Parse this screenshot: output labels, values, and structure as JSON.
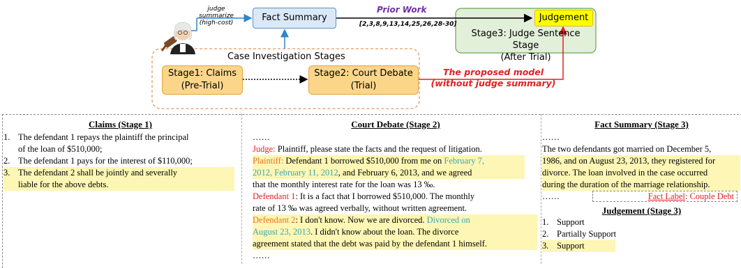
{
  "diagram": {
    "fact_summary_box": "Fact Summary",
    "judgement_box": "Judgement",
    "stage3_box_line1": "Stage3: Judge Sentence Stage",
    "stage3_box_line2": "(After Trial)",
    "judge_label": [
      "judge",
      "summarize",
      "(high-cost)"
    ],
    "prior_work_label": "Prior Work",
    "prior_work_refs": "[2,3,8,9,13,14,25,26,28-30]",
    "investigation_title": "Case Investigation Stages",
    "stage1_line1": "Stage1: Claims",
    "stage1_line2": "(Pre-Trial)",
    "stage2_line1": "Stage2: Court Debate",
    "stage2_line2": "(Trial)",
    "proposed_line1": "The proposed model",
    "proposed_line2": "(without judge summary)",
    "colors": {
      "fact_box": "#dbe8f7",
      "green_box": "#e2efd9",
      "judgement_box": "#ffff00",
      "stage_box": "#fbd68a",
      "arrow_blue": "#2f86c8",
      "red": "#e32020",
      "purple": "#7030a0"
    }
  },
  "claims": {
    "title": "Claims (Stage 1)",
    "items": [
      {
        "num": "1.",
        "line1": "The defendant 1 repays the plaintiff the principal",
        "line2": "of the loan of $510,000;"
      },
      {
        "num": "2.",
        "line1": "The defendant 1 pays for the interest of $110,000;",
        "line2": ""
      },
      {
        "num": "3.",
        "line1": "The defendant 2 shall be jointly and severally",
        "line2": "liable for the above debts."
      }
    ]
  },
  "debate": {
    "title": "Court Debate (Stage 2)",
    "ellipsis": "……",
    "judge_speaker": "Judge:",
    "judge_text": " Plaintiff, please state the facts and the request of litigation.",
    "plaintiff_speaker": "Plaintiff:",
    "plaintiff_a": " Defendant 1 borrowed $510,000 from me on ",
    "plaintiff_dates1": "February 7,",
    "plaintiff_dates2": "2012, February 11, 2012",
    "plaintiff_b": ", and February 6, 2013, and we agreed",
    "plaintiff_c": "that the monthly interest rate for the loan was 13 ‰.",
    "def1_speaker": "Defendant 1",
    "def1_a": ": It is a fact that I borrowed $510,000. The monthly",
    "def1_b": "rate of 13 ‰ was agreed verbally, without written agreement.",
    "def2_speaker": "Defendant 2",
    "def2_a": ": I don't know. Now we are divorced. ",
    "def2_date1": "Divorced on",
    "def2_date2": "August 23, 2013",
    "def2_b": ". I didn't know about the loan. The divorce",
    "def2_c": "agreement stated that the debt was paid by the defendant 1 himself."
  },
  "fact": {
    "title": "Fact Summary (Stage 3)",
    "ellipsis": "……",
    "line1": "The two defendants got married on December 5,",
    "line2": "1986, and on August 23, 2013, they registered for",
    "line3": "divorce. The loan involved in the case occurred",
    "line4": "during the duration of the marriage relationship.",
    "label_key": "Fact Label",
    "label_value": ": Couple Debt"
  },
  "judgement": {
    "title": "Judgement (Stage 3)",
    "items": [
      {
        "num": "1.",
        "text": "Support"
      },
      {
        "num": "2.",
        "text": "Partially Support"
      },
      {
        "num": "3.",
        "text": "Support"
      }
    ]
  }
}
